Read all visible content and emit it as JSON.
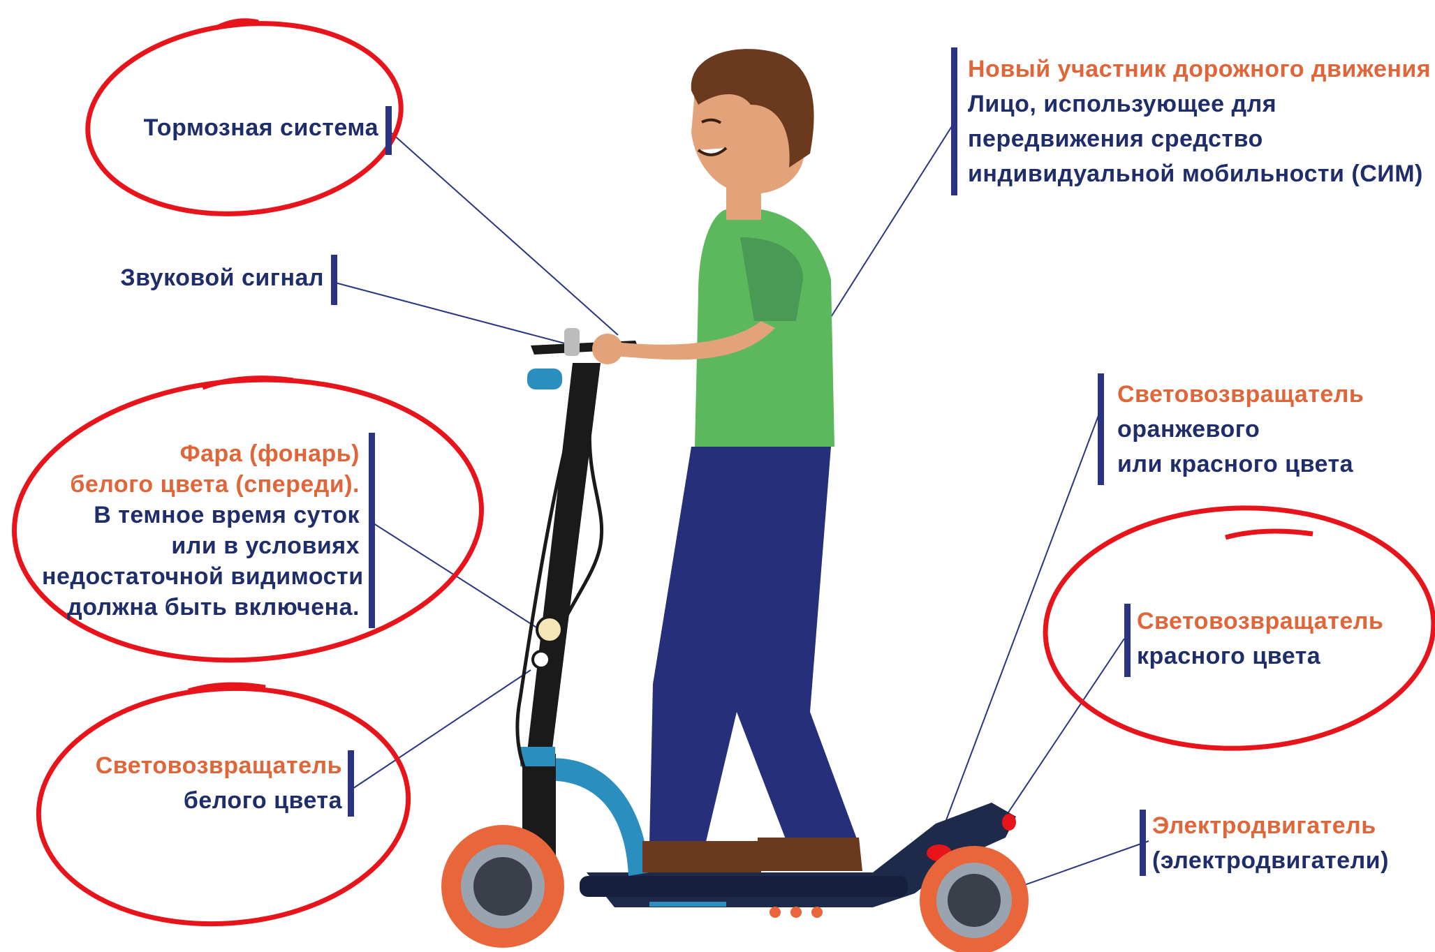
{
  "labels": {
    "brake": "Тормозная система",
    "horn": "Звуковой сигнал",
    "participant": {
      "title": "Новый участник дорожного движения",
      "line1": "Лицо, использующее для",
      "line2": "передвижения средство",
      "line3": "индивидуальной мобильности (СИМ)"
    },
    "headlight": {
      "title1": "Фара (фонарь)",
      "title2": "белого цвета (спереди).",
      "line1": "В темное время суток",
      "line2": "или в условиях",
      "line3": "недостаточной видимости",
      "line4": "должна быть включена."
    },
    "reflector_orange": {
      "title": "Световозвращатель",
      "line1": "оранжевого",
      "line2": "или красного цвета"
    },
    "reflector_red": {
      "title": "Световозвращатель",
      "line1": "красного цвета"
    },
    "reflector_white": {
      "title": "Световозвращатель",
      "line1": "белого цвета"
    },
    "motor": {
      "title": "Электродвигатель",
      "line1": "(электродвигатели)"
    }
  },
  "colors": {
    "text_dark": "#1f2d6b",
    "text_accent": "#e0663a",
    "marker_bar": "#2b3481",
    "highlight_circle": "#e8141b",
    "shirt": "#5cb85c",
    "pants": "#26307a",
    "wheel": "#e8663a"
  }
}
